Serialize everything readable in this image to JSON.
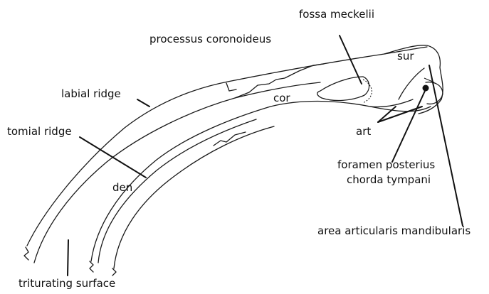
{
  "labels": {
    "fossa_meckelii": "fossa meckelii",
    "processus_coronoideus": "processus coronoideus",
    "sur": "sur",
    "labial_ridge": "labial ridge",
    "cor": "cor",
    "tomial_ridge": "tomial ridge",
    "art": "art",
    "foramen_line1": "foramen posterius",
    "foramen_line2": "chorda tympani",
    "den": "den",
    "area_articularis": "area articularis mandibularis",
    "triturating_surface": "triturating surface"
  },
  "colors": {
    "ink": "#1a1a1a",
    "background": "#ffffff"
  }
}
